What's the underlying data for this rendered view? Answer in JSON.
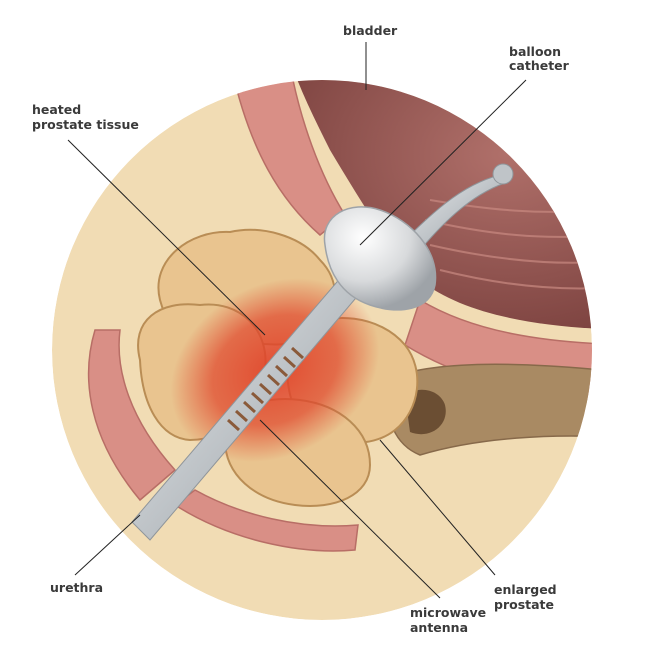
{
  "labels": {
    "bladder": "bladder",
    "balloon_catheter": [
      "balloon",
      "catheter"
    ],
    "heated_tissue": [
      "heated",
      "prostate tissue"
    ],
    "urethra": "urethra",
    "enlarged_prostate": [
      "enlarged",
      "prostate"
    ],
    "microwave_antenna": [
      "microwave",
      "antenna"
    ]
  },
  "colors": {
    "background_tissue": "#f1dcb4",
    "muscle": "#d98f86",
    "bladder_interior": "#9a5a55",
    "prostate": "#e9c48f",
    "heat": "#e0452b",
    "catheter": "#c9cdd1",
    "rectum": "#a98a63"
  }
}
